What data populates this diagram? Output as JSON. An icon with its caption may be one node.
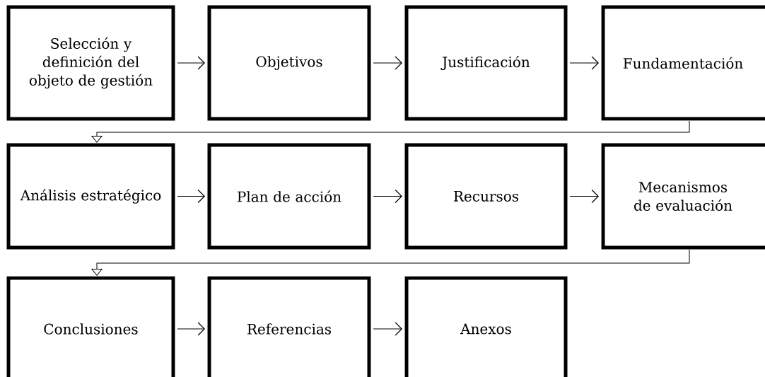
{
  "diagram": {
    "nodes": [
      {
        "text": [
          "Selección y definición del objeto de gestión"
        ]
      },
      {
        "text": [
          "Objetivos"
        ]
      },
      {
        "text": [
          "Justificación"
        ]
      },
      {
        "text": [
          "Fundamentación"
        ]
      },
      {
        "text": [
          "Análisis estratégico"
        ]
      },
      {
        "text": [
          "Plan de acción"
        ]
      },
      {
        "text": [
          "Recursos"
        ]
      },
      {
        "text": [
          "Mecanismos de evaluación"
        ]
      },
      {
        "text": [
          "Conclusiones"
        ]
      },
      {
        "text": [
          "Referencias"
        ]
      },
      {
        "text": [
          "Anexos"
        ]
      }
    ],
    "edges": [
      {
        "from": 0,
        "to": 1,
        "arrow": "to"
      },
      {
        "from": 1,
        "to": 2,
        "arrow": "to"
      },
      {
        "from": 2,
        "to": 3,
        "arrow": "to"
      },
      {
        "from": 3,
        "to": 4,
        "arrow": "to"
      },
      {
        "from": 4,
        "to": 5,
        "arrow": "to"
      },
      {
        "from": 5,
        "to": 6,
        "arrow": "to"
      },
      {
        "from": 6,
        "to": 7,
        "arrow": "to"
      },
      {
        "from": 7,
        "to": 8,
        "arrow": "to"
      },
      {
        "from": 8,
        "to": 9,
        "arrow": "to"
      },
      {
        "from": 9,
        "to": 10,
        "arrow": "to"
      }
    ]
  }
}
